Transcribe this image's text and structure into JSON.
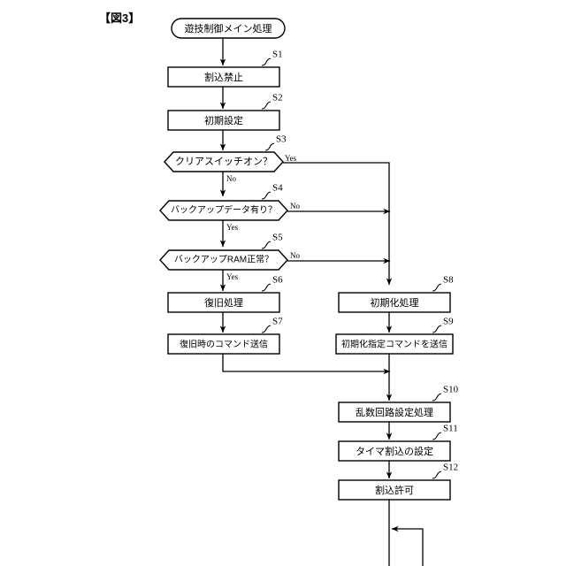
{
  "figure": {
    "label": "【図3】"
  },
  "flowchart": {
    "start": {
      "id": "start",
      "text": "遊技制御メイン処理",
      "shape": "terminator"
    },
    "nodes": [
      {
        "id": "S1",
        "step": "S1",
        "text": "割込禁止",
        "shape": "process",
        "column": "left"
      },
      {
        "id": "S2",
        "step": "S2",
        "text": "初期設定",
        "shape": "process",
        "column": "left"
      },
      {
        "id": "S3",
        "step": "S3",
        "text": "クリアスイッチオン？",
        "shape": "decision",
        "column": "left"
      },
      {
        "id": "S4",
        "step": "S4",
        "text": "バックアップデータ有り？",
        "shape": "decision",
        "column": "left"
      },
      {
        "id": "S5",
        "step": "S5",
        "text": "バックアップRAM正常？",
        "shape": "decision",
        "column": "left"
      },
      {
        "id": "S6",
        "step": "S6",
        "text": "復旧処理",
        "shape": "process",
        "column": "left"
      },
      {
        "id": "S7",
        "step": "S7",
        "text": "復旧時のコマンド送信",
        "shape": "process",
        "column": "left"
      },
      {
        "id": "S8",
        "step": "S8",
        "text": "初期化処理",
        "shape": "process",
        "column": "right"
      },
      {
        "id": "S9",
        "step": "S9",
        "text": "初期化指定コマンドを送信",
        "shape": "process",
        "column": "right"
      },
      {
        "id": "S10",
        "step": "S10",
        "text": "乱数回路設定処理",
        "shape": "process",
        "column": "right"
      },
      {
        "id": "S11",
        "step": "S11",
        "text": "タイマ割込の設定",
        "shape": "process",
        "column": "right"
      },
      {
        "id": "S12",
        "step": "S12",
        "text": "割込許可",
        "shape": "process",
        "column": "right"
      }
    ],
    "branch_labels": {
      "s3_yes": "Yes",
      "s3_no": "No",
      "s4_no": "No",
      "s4_yes": "Yes",
      "s5_no": "No",
      "s5_yes": "Yes"
    }
  },
  "colors": {
    "stroke": "#000000",
    "fill": "#ffffff",
    "background": "#ffffff"
  }
}
